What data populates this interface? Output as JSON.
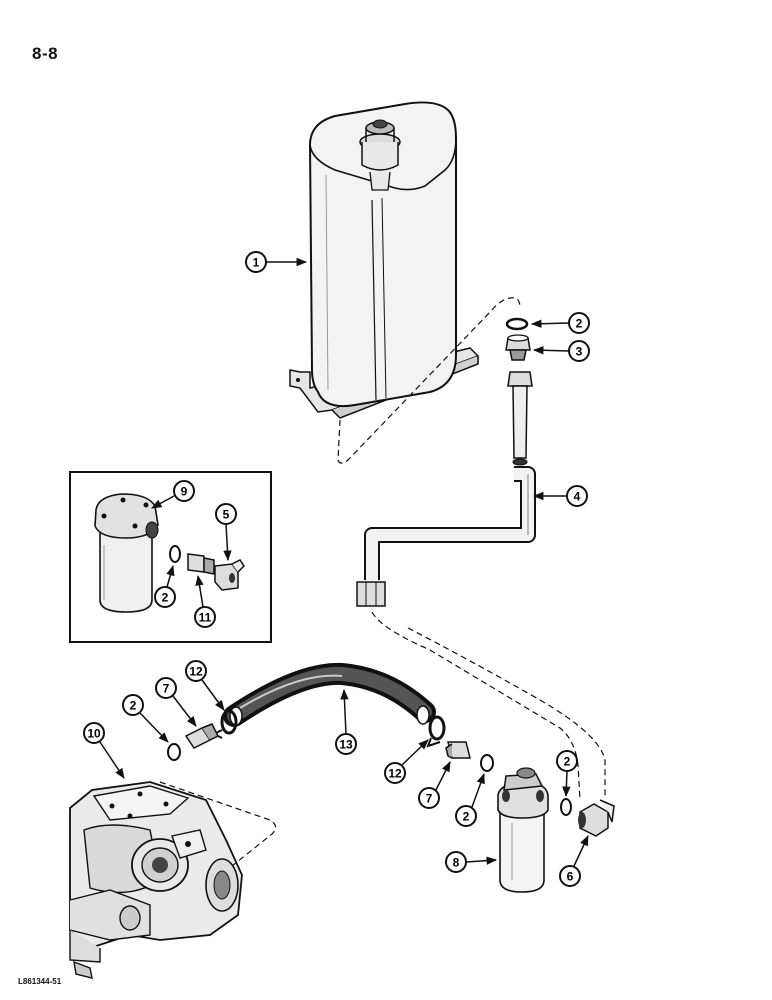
{
  "page_number": "8-8",
  "figure_code": "L861344-51",
  "callouts": [
    {
      "id": "c1",
      "label": "1"
    },
    {
      "id": "c2a",
      "label": "2"
    },
    {
      "id": "c3",
      "label": "3"
    },
    {
      "id": "c4",
      "label": "4"
    },
    {
      "id": "c9",
      "label": "9"
    },
    {
      "id": "c5",
      "label": "5"
    },
    {
      "id": "c2b",
      "label": "2"
    },
    {
      "id": "c11",
      "label": "11"
    },
    {
      "id": "c10",
      "label": "10"
    },
    {
      "id": "c2c",
      "label": "2"
    },
    {
      "id": "c7a",
      "label": "7"
    },
    {
      "id": "c12a",
      "label": "12"
    },
    {
      "id": "c13",
      "label": "13"
    },
    {
      "id": "c12b",
      "label": "12"
    },
    {
      "id": "c7b",
      "label": "7"
    },
    {
      "id": "c2d",
      "label": "2"
    },
    {
      "id": "c2e",
      "label": "2"
    },
    {
      "id": "c8",
      "label": "8"
    },
    {
      "id": "c6",
      "label": "6"
    }
  ]
}
